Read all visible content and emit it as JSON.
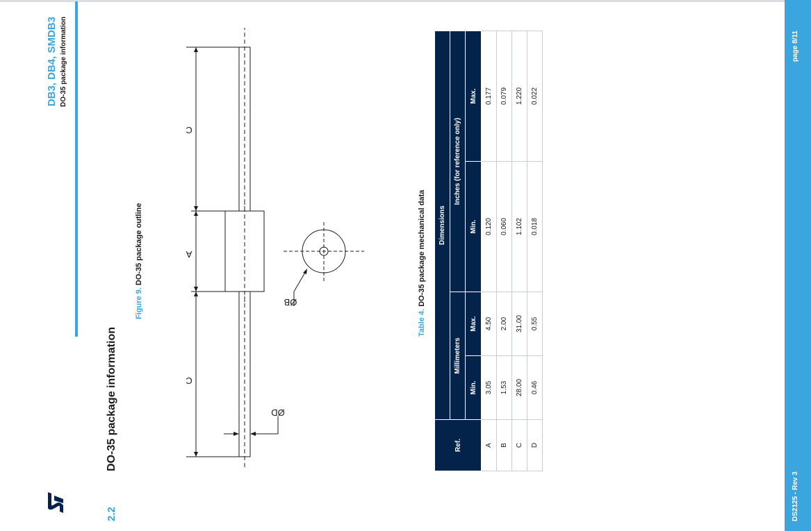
{
  "header": {
    "title": "DB3, DB4, SMDB3",
    "subtitle": "DO-35 package information"
  },
  "section": {
    "number": "2.2",
    "title": "DO-35 package information"
  },
  "figure": {
    "label": "Figure 9.",
    "caption": "DO-35 package outline",
    "dims": {
      "a": "A",
      "c_left": "C",
      "c_right": "C",
      "d": "ØD",
      "b": "ØB"
    }
  },
  "table": {
    "label": "Table 4.",
    "caption": "DO-35 package mechanical data",
    "headers": {
      "ref": "Ref.",
      "dimensions": "Dimensions",
      "millimeters": "Millimeters",
      "inches": "Inches (for reference only)",
      "min": "Min.",
      "max": "Max."
    },
    "rows": [
      {
        "ref": "A",
        "mm_min": "3.05",
        "mm_max": "4.50",
        "in_min": "0.120",
        "in_max": "0.177"
      },
      {
        "ref": "B",
        "mm_min": "1.53",
        "mm_max": "2.00",
        "in_min": "0.060",
        "in_max": "0.079"
      },
      {
        "ref": "C",
        "mm_min": "28.00",
        "mm_max": "31.00",
        "in_min": "1.102",
        "in_max": "1.220"
      },
      {
        "ref": "D",
        "mm_min": "0.46",
        "mm_max": "0.55",
        "in_min": "0.018",
        "in_max": "0.022"
      }
    ]
  },
  "footer": {
    "doc_ref": "DS2125 - Rev 3",
    "page": "page 8/11"
  },
  "colors": {
    "accent": "#3aa6dd",
    "table_header": "#03234b"
  },
  "icons": {
    "logo": "st-logo-icon"
  }
}
